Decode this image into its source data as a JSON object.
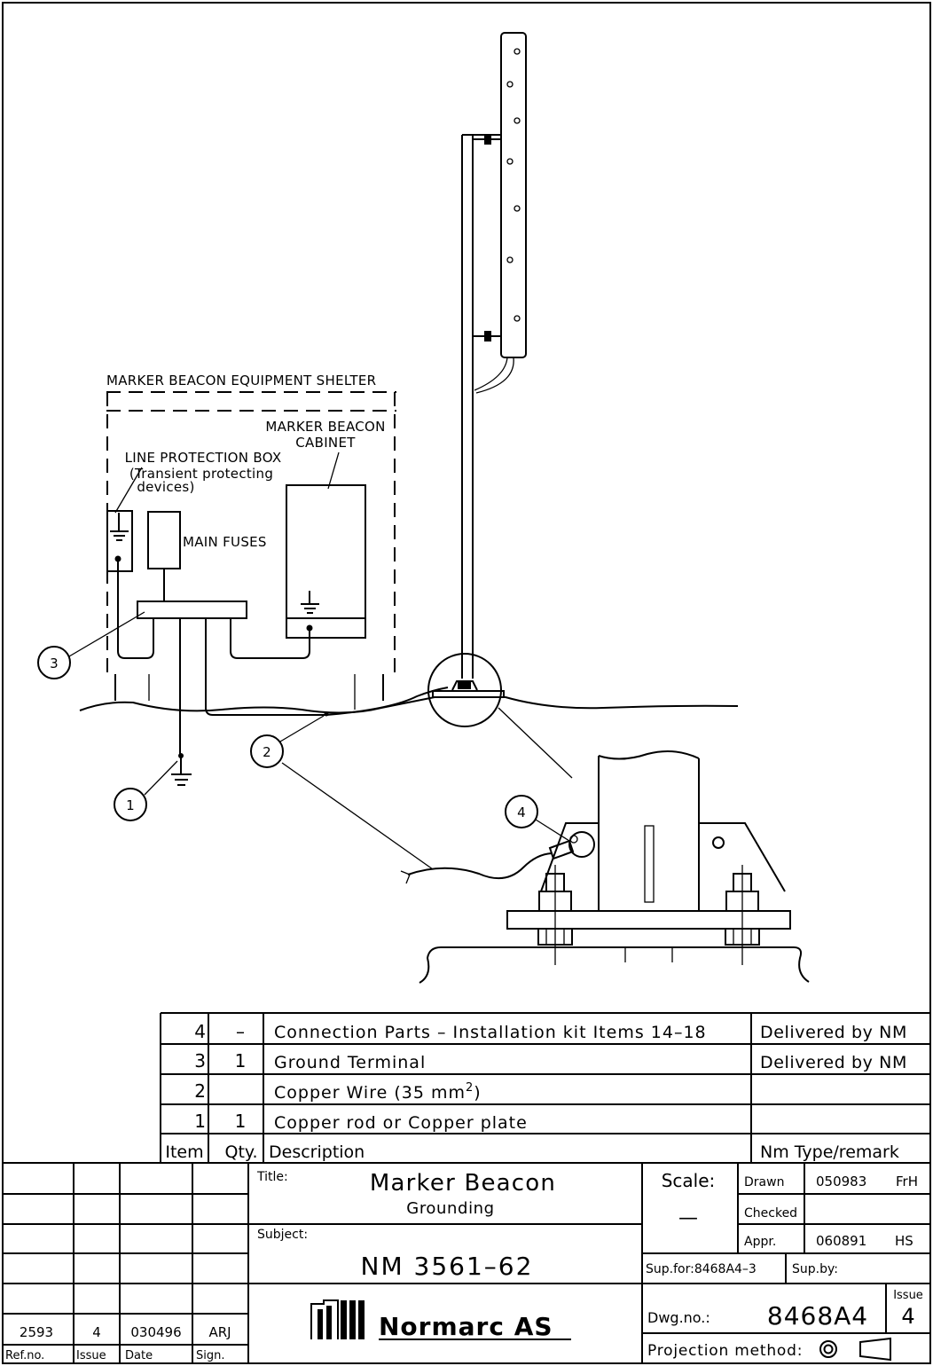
{
  "labels": {
    "shelter": "MARKER BEACON EQUIPMENT SHELTER",
    "cabinet_l1": "MARKER BEACON",
    "cabinet_l2": "CABINET",
    "lpb_l1": "LINE PROTECTION BOX",
    "lpb_l2": "(Transient protecting",
    "lpb_l3": "devices)",
    "main_fuses": "MAIN FUSES"
  },
  "callouts": [
    "1",
    "2",
    "3",
    "4"
  ],
  "parts_list": {
    "rows": [
      {
        "item": "4",
        "qty": "–",
        "description": "Connection Parts – Installation kit Items 14–18",
        "remark": "Delivered by NM"
      },
      {
        "item": "3",
        "qty": "1",
        "description": "Ground Terminal",
        "remark": "Delivered by NM"
      },
      {
        "item": "2",
        "qty": "",
        "description": "Copper Wire (35 mm",
        "description_sup": "2",
        "description_end": ")",
        "remark": ""
      },
      {
        "item": "1",
        "qty": "1",
        "description": "Copper rod or Copper plate",
        "remark": ""
      }
    ],
    "headers": {
      "item": "Item",
      "qty": "Qty.",
      "description": "Description",
      "remark": "Nm Type/remark"
    }
  },
  "title_block": {
    "revision": {
      "ref_no": "2593",
      "issue": "4",
      "date": "030496",
      "sign": "ARJ"
    },
    "revision_headers": {
      "ref_no": "Ref.no.",
      "issue": "Issue",
      "date": "Date",
      "sign": "Sign."
    },
    "title_label": "Title:",
    "title": "Marker Beacon",
    "subtitle": "Grounding",
    "subject_label": "Subject:",
    "subject": "NM 3561–62",
    "company": "Normarc AS",
    "scale_label": "Scale:",
    "scale_value": "—",
    "drawn_label": "Drawn",
    "drawn_date": "050983",
    "drawn_by": "FrH",
    "checked_label": "Checked",
    "appr_label": "Appr.",
    "appr_date": "060891",
    "appr_by": "HS",
    "sup_for": "Sup.for:8468A4–3",
    "sup_by": "Sup.by:",
    "dwg_label": "Dwg.no.:",
    "dwg_no": "8468A4",
    "issue_label": "Issue",
    "issue": "4",
    "projection_label": "Projection method:"
  }
}
